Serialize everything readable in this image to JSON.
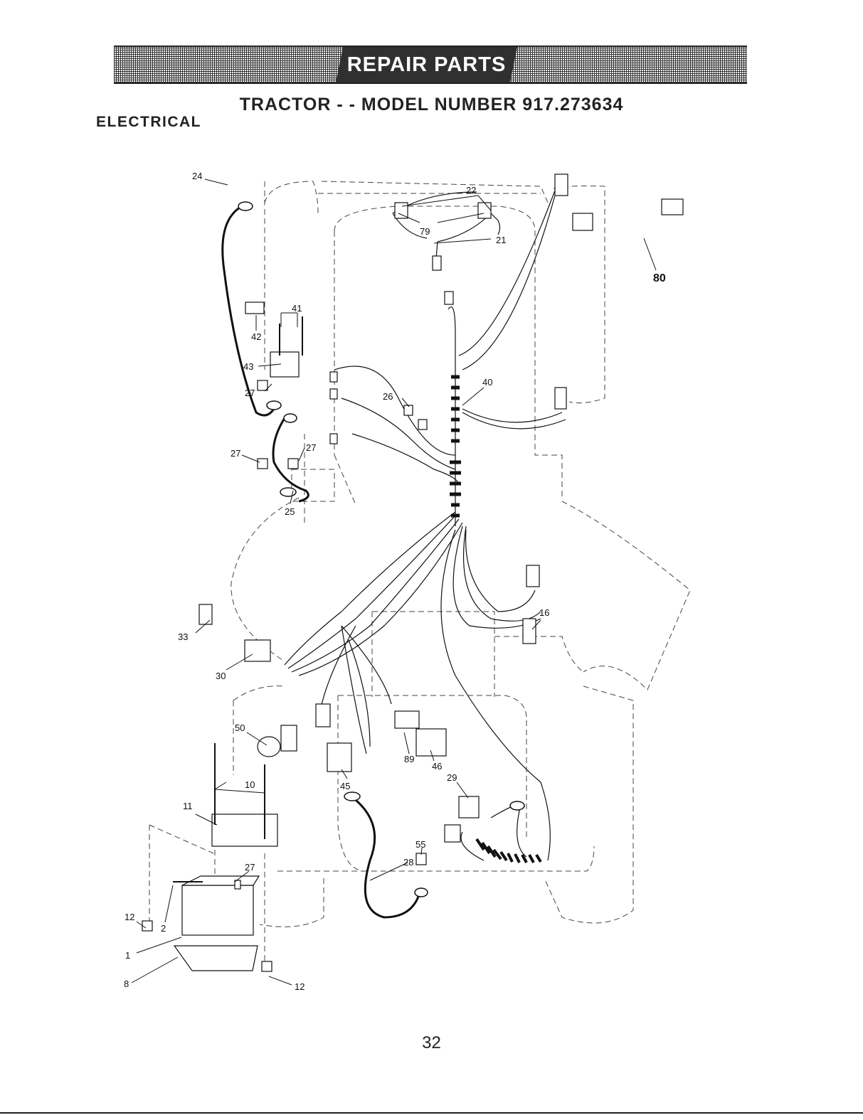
{
  "banner": {
    "label": "REPAIR PARTS"
  },
  "title": "TRACTOR - - MODEL NUMBER 917.273634",
  "section": "ELECTRICAL",
  "page_number": "32",
  "callouts": [
    {
      "id": "c22",
      "label": "22"
    },
    {
      "id": "c79",
      "label": "79"
    },
    {
      "id": "c21",
      "label": "21"
    },
    {
      "id": "c80",
      "label": "80"
    },
    {
      "id": "c24",
      "label": "24"
    },
    {
      "id": "c41",
      "label": "41"
    },
    {
      "id": "c42",
      "label": "42"
    },
    {
      "id": "c43",
      "label": "43"
    },
    {
      "id": "c27a",
      "label": "27"
    },
    {
      "id": "c27b",
      "label": "27"
    },
    {
      "id": "c27c",
      "label": "27"
    },
    {
      "id": "c26",
      "label": "26"
    },
    {
      "id": "c40",
      "label": "40"
    },
    {
      "id": "c25",
      "label": "25"
    },
    {
      "id": "c33",
      "label": "33"
    },
    {
      "id": "c30",
      "label": "30"
    },
    {
      "id": "c16",
      "label": "16"
    },
    {
      "id": "c50",
      "label": "50"
    },
    {
      "id": "c10",
      "label": "10"
    },
    {
      "id": "c11",
      "label": "11"
    },
    {
      "id": "c89",
      "label": "89"
    },
    {
      "id": "c46",
      "label": "46"
    },
    {
      "id": "c45",
      "label": "45"
    },
    {
      "id": "c29",
      "label": "29"
    },
    {
      "id": "c55",
      "label": "55"
    },
    {
      "id": "c28",
      "label": "28"
    },
    {
      "id": "c27d",
      "label": "27"
    },
    {
      "id": "c12a",
      "label": "12"
    },
    {
      "id": "c2",
      "label": "2"
    },
    {
      "id": "c1",
      "label": "1"
    },
    {
      "id": "c8",
      "label": "8"
    },
    {
      "id": "c12b",
      "label": "12"
    }
  ]
}
